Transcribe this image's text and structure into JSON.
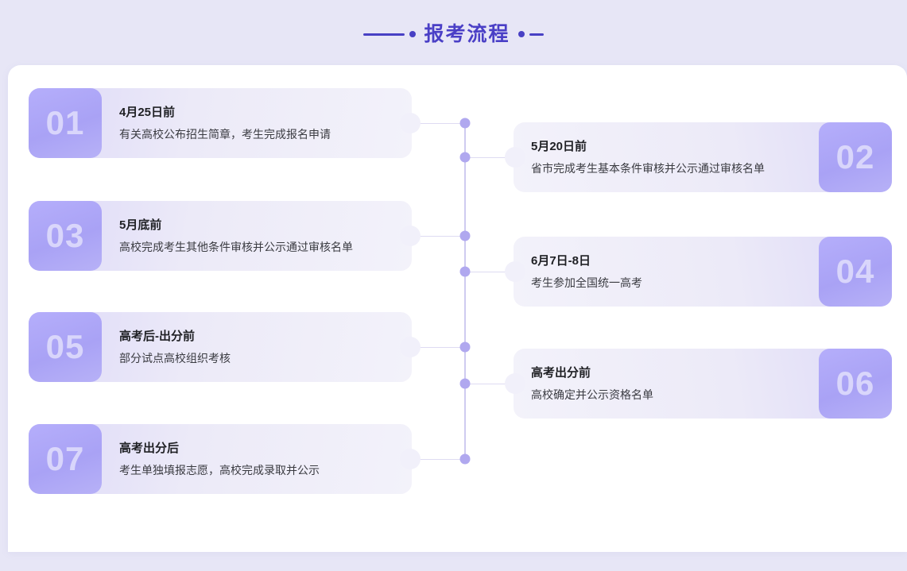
{
  "page": {
    "title": "报考流程",
    "background_color": "#e7e6f6",
    "panel_color": "#ffffff",
    "accent_color": "#4a3fc6",
    "badge_color": "#a9a2f5",
    "line_color": "#cfcbf0"
  },
  "timeline": {
    "steps": [
      {
        "number": "01",
        "side": "left",
        "title": "4月25日前",
        "desc": "有关高校公布招生简章，考生完成报名申请"
      },
      {
        "number": "02",
        "side": "right",
        "title": "5月20日前",
        "desc": "省市完成考生基本条件审核并公示通过审核名单"
      },
      {
        "number": "03",
        "side": "left",
        "title": "5月底前",
        "desc": "高校完成考生其他条件审核并公示通过审核名单"
      },
      {
        "number": "04",
        "side": "right",
        "title": "6月7日-8日",
        "desc": "考生参加全国统一高考"
      },
      {
        "number": "05",
        "side": "left",
        "title": "高考后-出分前",
        "desc": "部分试点高校组织考核"
      },
      {
        "number": "06",
        "side": "right",
        "title": "高考出分前",
        "desc": "高校确定并公示资格名单"
      },
      {
        "number": "07",
        "side": "left",
        "title": "高考出分后",
        "desc": "考生单独填报志愿，高校完成录取并公示"
      }
    ]
  }
}
